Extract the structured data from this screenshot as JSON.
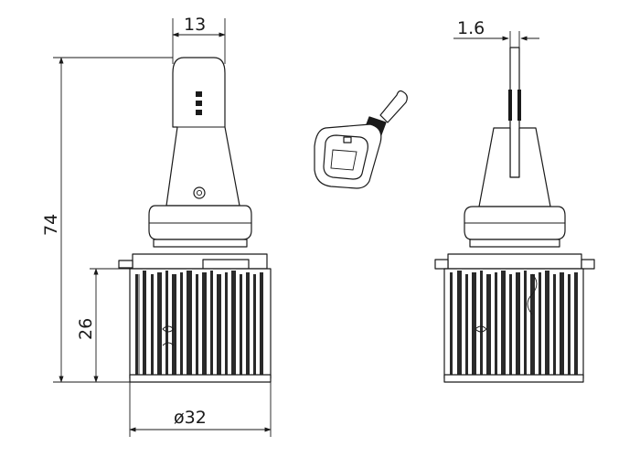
{
  "diagram": {
    "dimensions": {
      "width_top": "13",
      "thickness": "1.6",
      "total_height": "74",
      "base_height": "26",
      "diameter": "ø32"
    }
  }
}
